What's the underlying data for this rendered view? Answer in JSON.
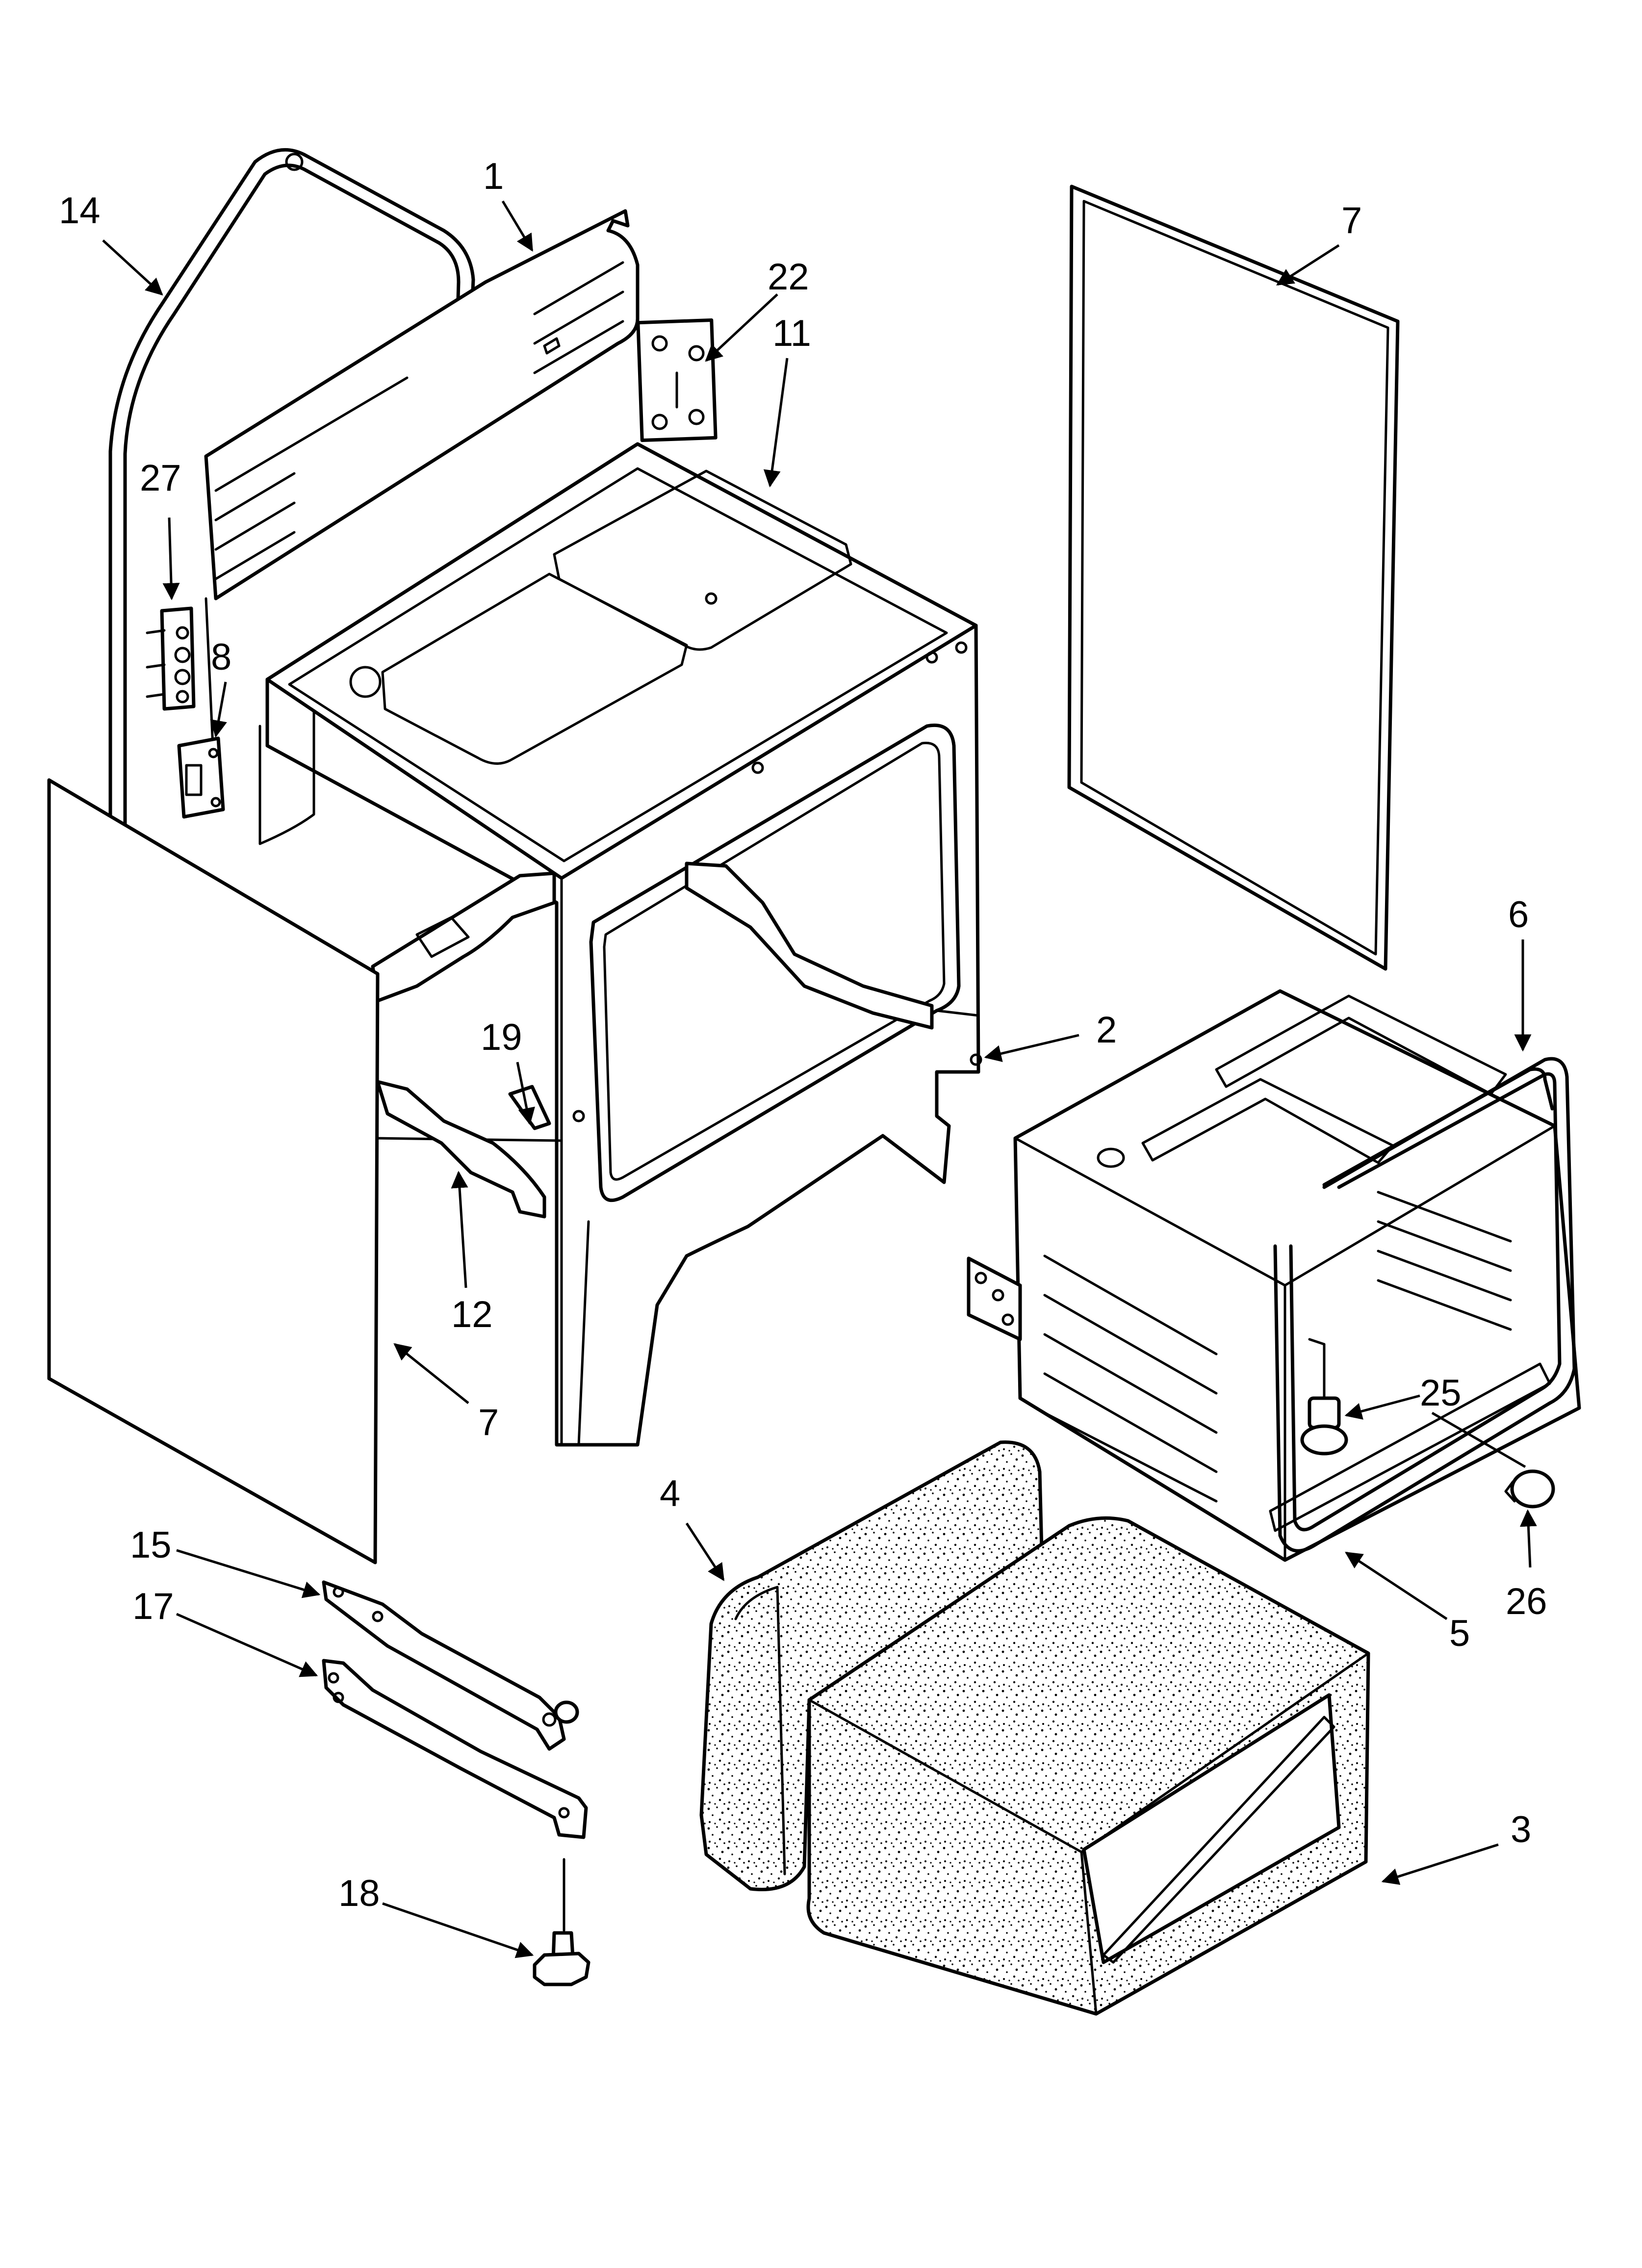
{
  "diagram": {
    "callouts": [
      {
        "id": "c1",
        "label": "1"
      },
      {
        "id": "c2",
        "label": "2"
      },
      {
        "id": "c3",
        "label": "3"
      },
      {
        "id": "c4",
        "label": "4"
      },
      {
        "id": "c5",
        "label": "5"
      },
      {
        "id": "c6",
        "label": "6"
      },
      {
        "id": "c7a",
        "label": "7"
      },
      {
        "id": "c7b",
        "label": "7"
      },
      {
        "id": "c8",
        "label": "8"
      },
      {
        "id": "c11",
        "label": "11"
      },
      {
        "id": "c12",
        "label": "12"
      },
      {
        "id": "c14",
        "label": "14"
      },
      {
        "id": "c15",
        "label": "15"
      },
      {
        "id": "c17",
        "label": "17"
      },
      {
        "id": "c18",
        "label": "18"
      },
      {
        "id": "c19",
        "label": "19"
      },
      {
        "id": "c22",
        "label": "22"
      },
      {
        "id": "c25",
        "label": "25"
      },
      {
        "id": "c26",
        "label": "26"
      },
      {
        "id": "c27",
        "label": "27"
      }
    ],
    "colors": {
      "ink": "#000000",
      "paper": "#ffffff"
    }
  }
}
